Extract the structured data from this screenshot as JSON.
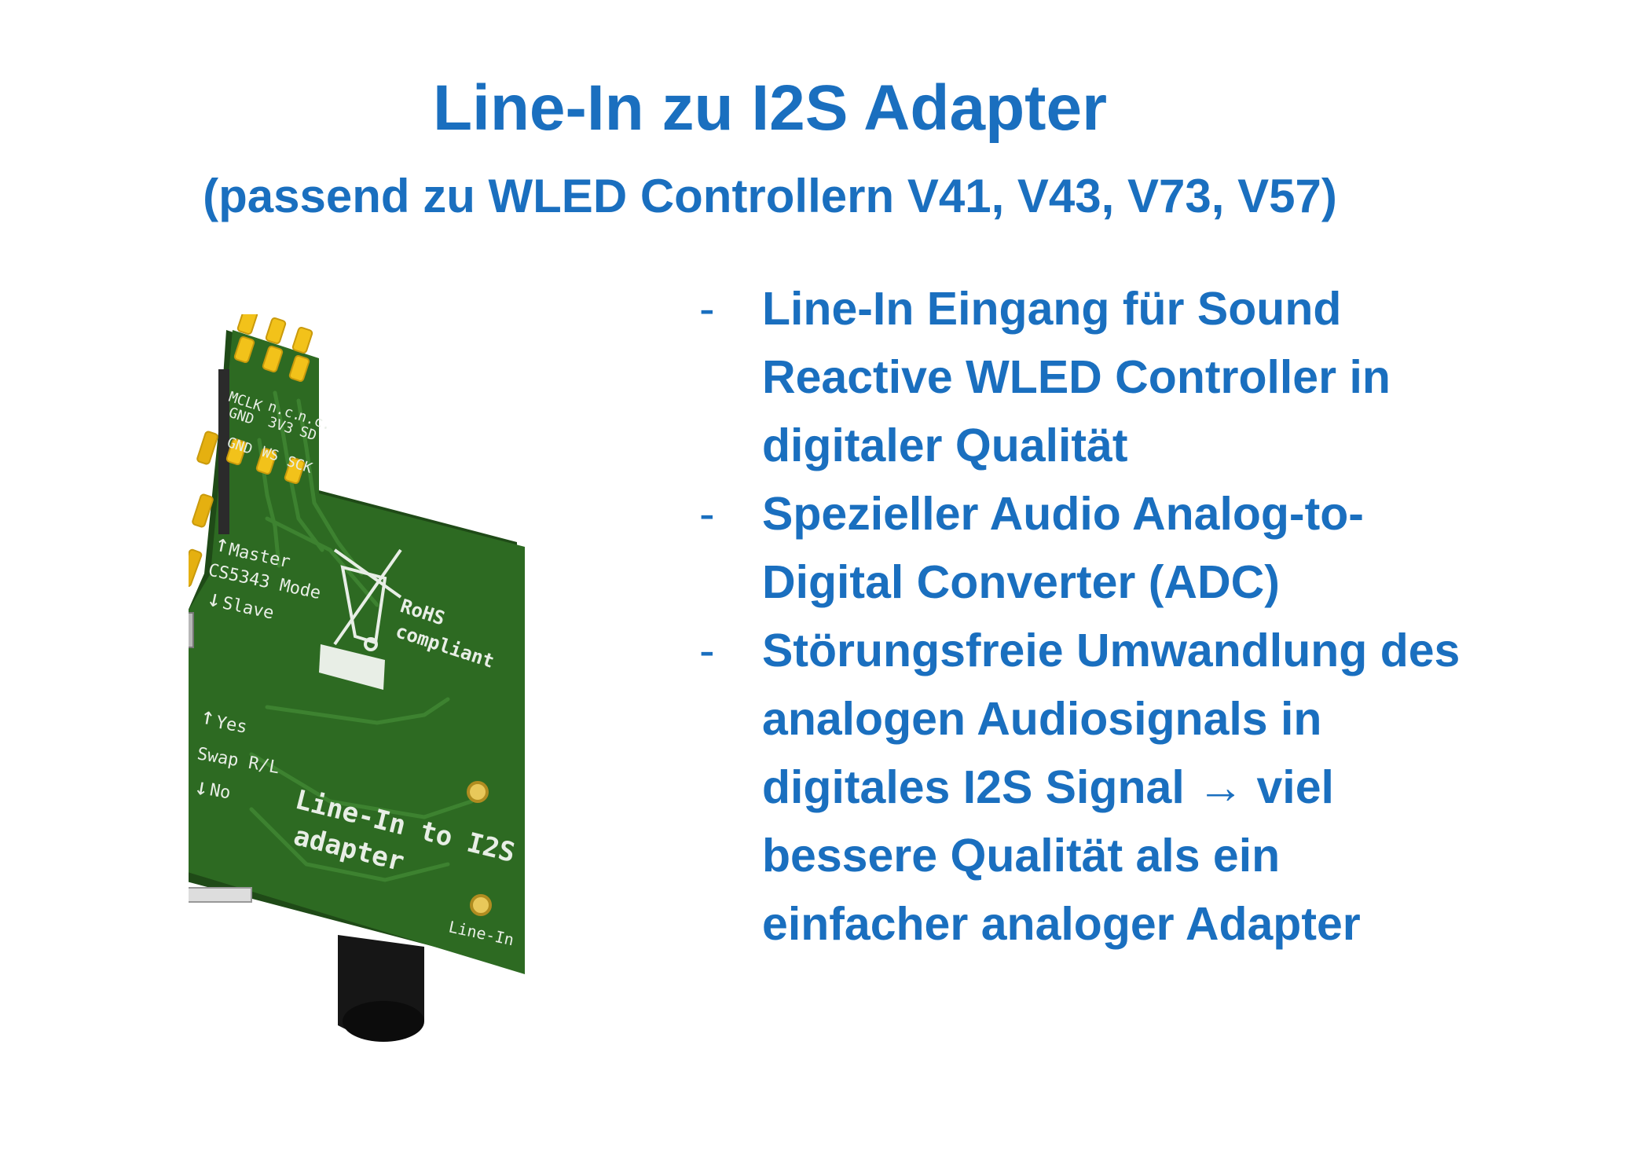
{
  "title": "Line-In zu I2S Adapter",
  "subtitle": "(passend zu WLED Controllern V41, V43, V73, V57)",
  "features": [
    {
      "text": "Line-In Eingang für Sound Reactive WLED Controller in digitaler Qualität"
    },
    {
      "text": "Spezieller Audio Analog-to-Digital Converter (ADC)"
    },
    {
      "text": "Störungsfreie Umwandlung des analogen Audiosignals in digitales I2S Signal → viel bessere Qualität als ein einfacher analoger Adapter"
    }
  ],
  "bullet_char": "-",
  "pcb": {
    "pin_labels": {
      "mclk": "MCLK",
      "nc1": "n.c.",
      "nc2": "n.c.",
      "gnd_top": "GND",
      "v33": "3V3",
      "sd": "SD",
      "gnd": "GND",
      "ws": "WS",
      "sck": "SCK"
    },
    "mode_master": "Master",
    "mode_label": "CS5343 Mode",
    "mode_slave": "Slave",
    "rohs_line1": "RoHS",
    "rohs_line2": "compliant",
    "swap_yes": "Yes",
    "swap_label": "Swap R/L",
    "swap_no": "No",
    "board_name_line1": "Line-In to I2S",
    "board_name_line2": "adapter",
    "jack_label": "Line-In"
  },
  "colors": {
    "accent_blue": "#1a6fbf",
    "pcb_green": "#2d6a22",
    "pcb_edge": "#1f4a17",
    "pin_gold": "#f2c21a",
    "silkscreen": "#e8eee6"
  }
}
